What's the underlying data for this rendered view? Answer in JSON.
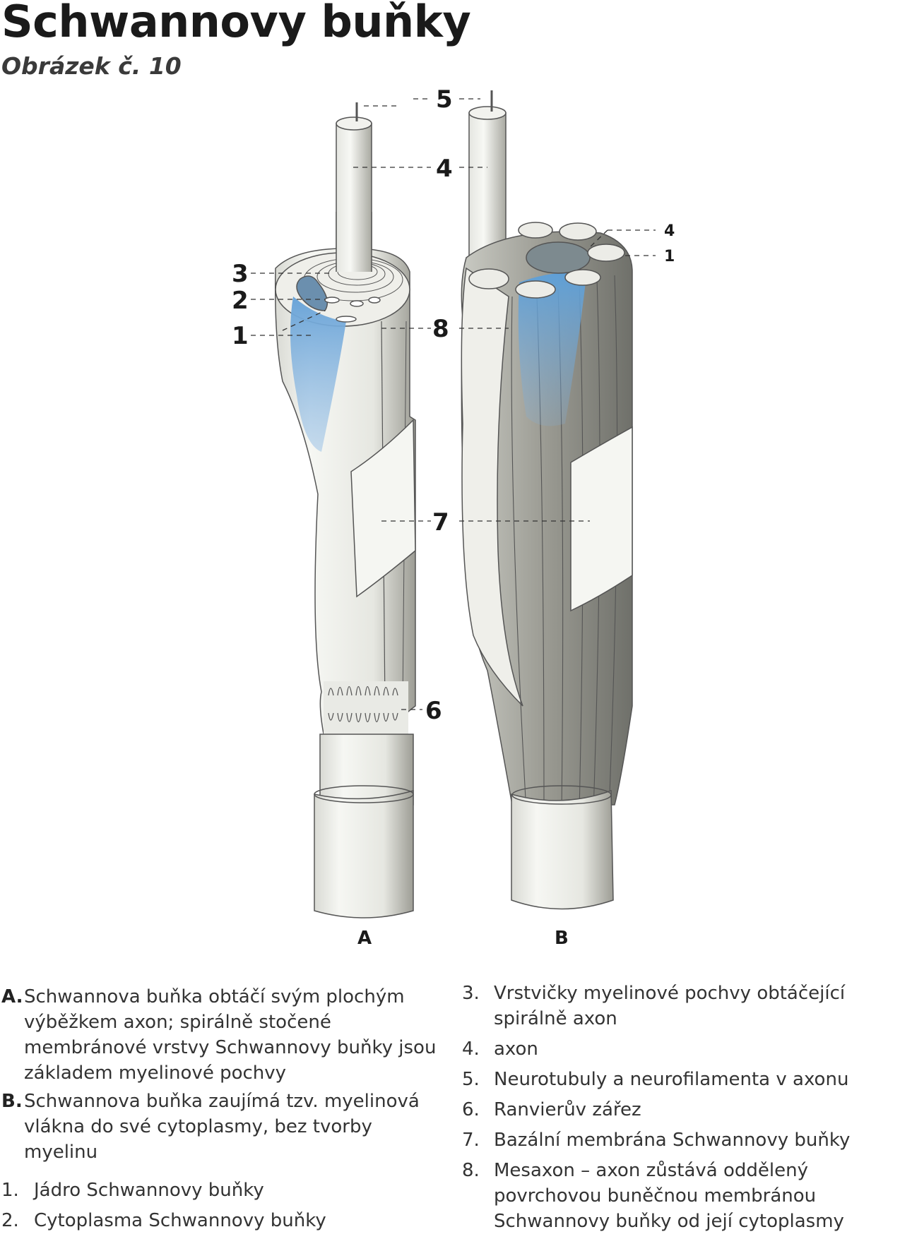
{
  "header": {
    "title": "Schwannovy buňky",
    "subtitle": "Obrázek č. 10"
  },
  "figure": {
    "panel_a_label": "A",
    "panel_b_label": "B",
    "callouts_center": [
      "5",
      "4",
      "8",
      "7",
      "6"
    ],
    "callouts_left": [
      "3",
      "2",
      "1"
    ],
    "callouts_right_b": [
      "4",
      "1"
    ],
    "colors": {
      "membrane": "#f4f5f1",
      "shadow": "#8f8f88",
      "cytoplasm_blue": "#7fb0dd",
      "nucleus": "#7d8a8f",
      "outline": "#555555"
    }
  },
  "description": {
    "a_marker": "A.",
    "a_text": "Schwannova buňka obtáčí svým plochým výběžkem axon; spirálně stočené membránové vrstvy Schwannovy buňky jsou základem myelinové pochvy",
    "b_marker": "B.",
    "b_text": "Schwannova buňka zaujímá tzv. myelinová vlákna do své cytoplasmy, bez tvorby myelinu"
  },
  "legend": {
    "left": [
      {
        "num": "1.",
        "text": "Jádro Schwannovy buňky"
      },
      {
        "num": "2.",
        "text": "Cytoplasma Schwannovy buňky"
      }
    ],
    "right": [
      {
        "num": "3.",
        "text": "Vrstvičky myelinové pochvy obtáčející spirálně axon"
      },
      {
        "num": "4.",
        "text": "axon"
      },
      {
        "num": "5.",
        "text": "Neurotubuly a neurofilamenta v axonu"
      },
      {
        "num": "6.",
        "text": "Ranvierův zářez"
      },
      {
        "num": "7.",
        "text": "Bazální membrána Schwannovy buňky"
      },
      {
        "num": "8.",
        "text": "Mesaxon – axon zůstává oddělený povrchovou buněčnou membránou Schwannovy buňky od její cytoplasmy"
      }
    ]
  }
}
